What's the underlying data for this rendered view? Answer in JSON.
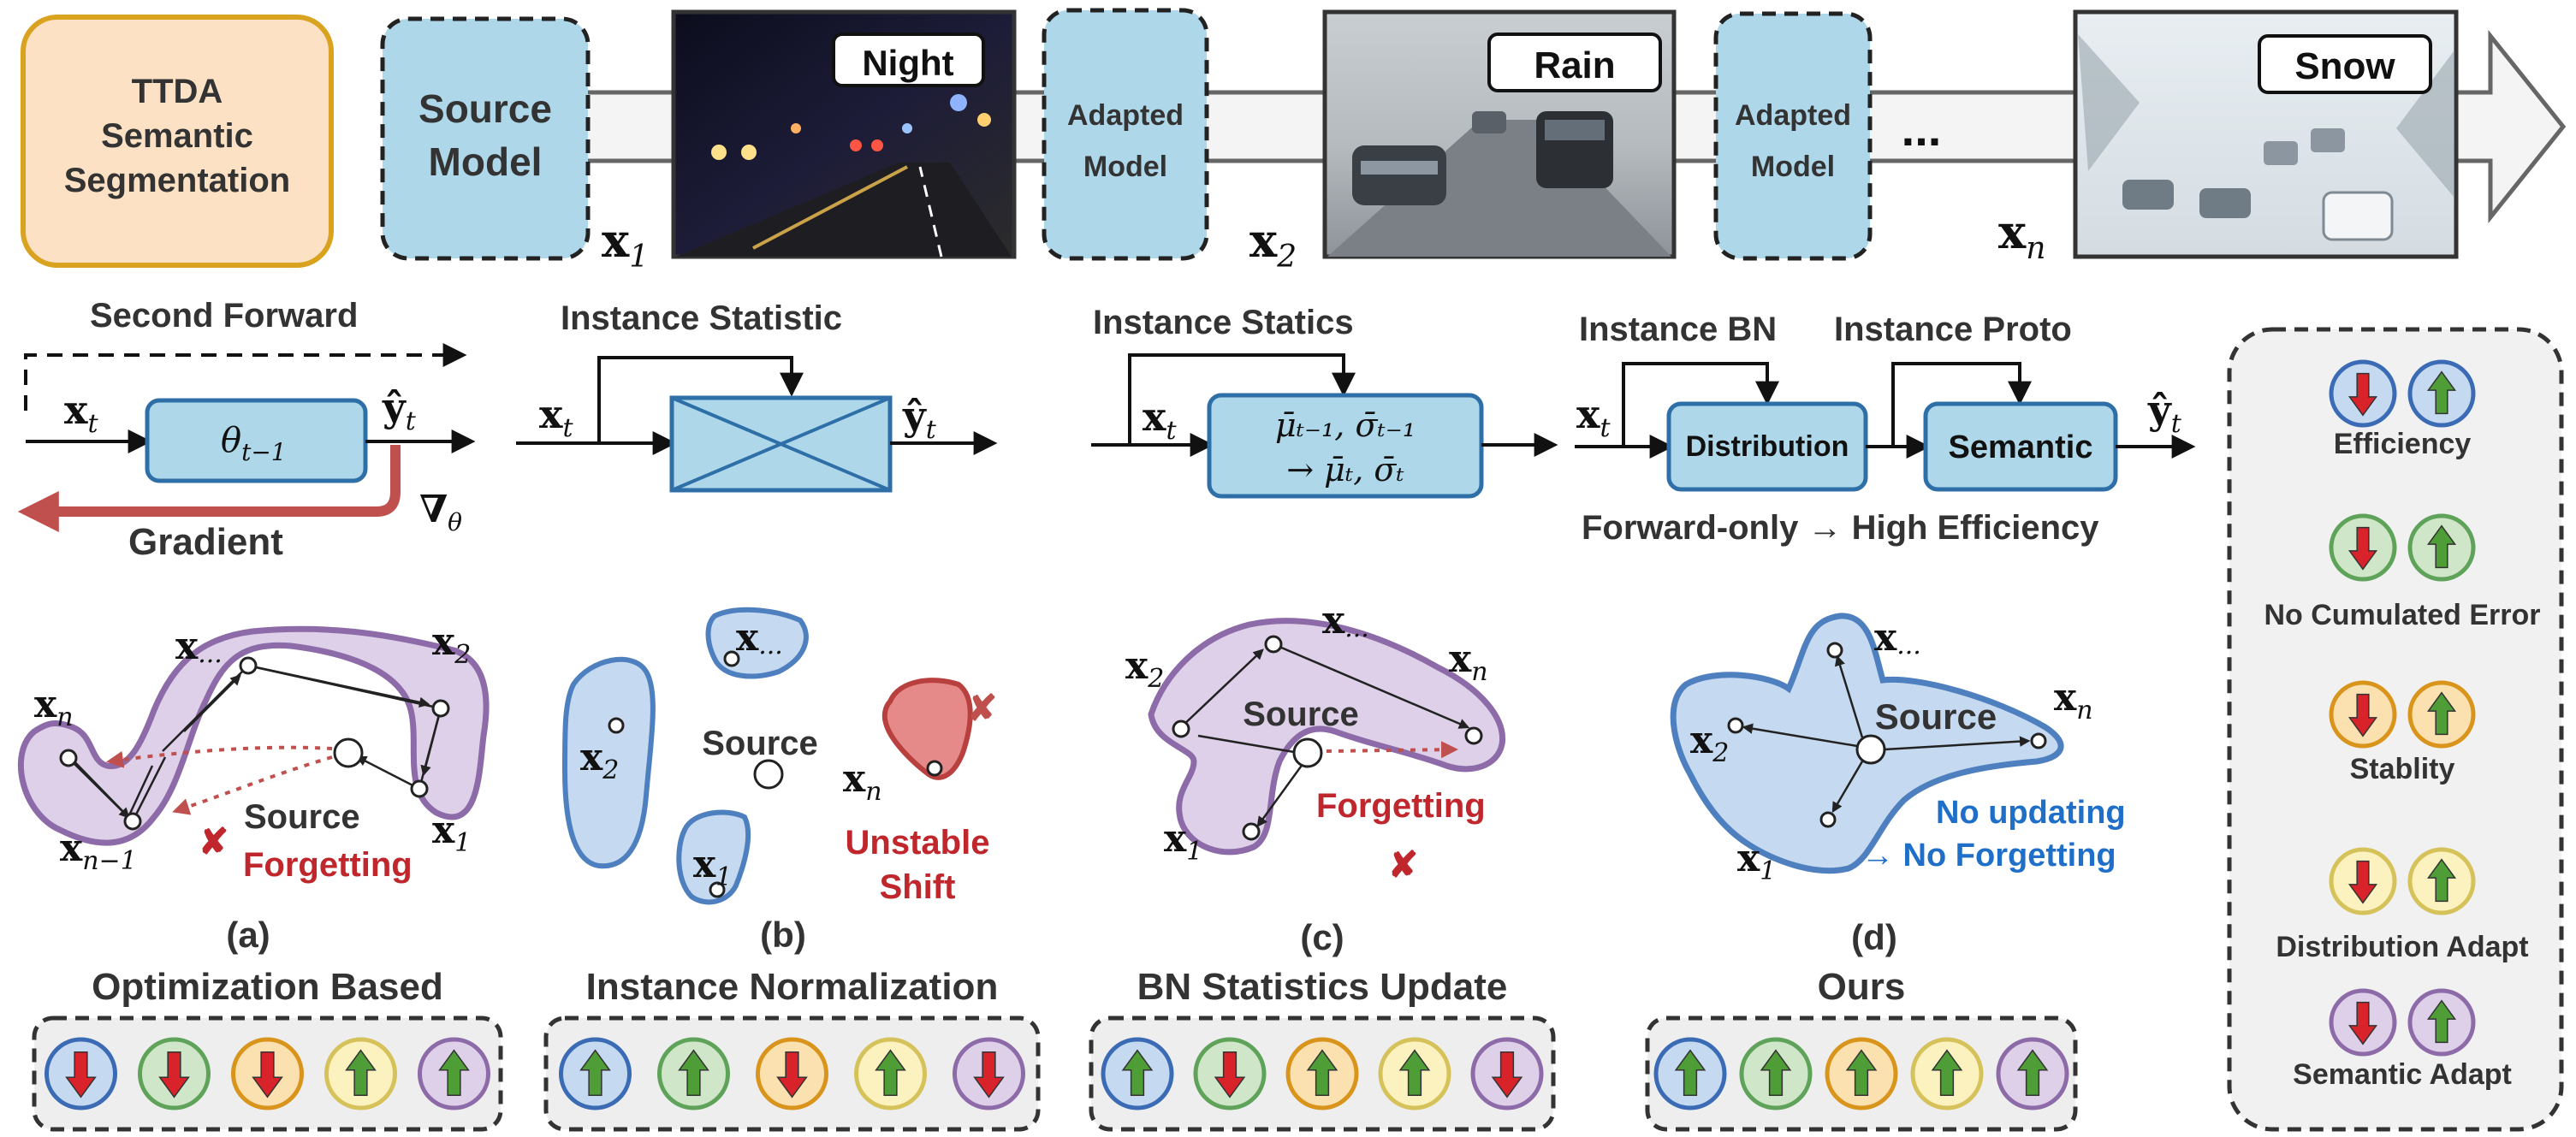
{
  "header": {
    "task_box": {
      "line1": "TTDA",
      "line2": "Semantic",
      "line3": "Segmentation"
    },
    "source_model": {
      "line1": "Source",
      "line2": "Model"
    },
    "adapted_model_1": {
      "line1": "Adapted",
      "line2": "Model"
    },
    "adapted_model_2": {
      "line1": "Adapted",
      "line2": "Model"
    },
    "ellipsis": "...",
    "domains": [
      {
        "tag": "Night",
        "input": "x",
        "sub": "1"
      },
      {
        "tag": "Rain",
        "input": "x",
        "sub": "2"
      },
      {
        "tag": "Snow",
        "input": "x",
        "sub": "n"
      }
    ]
  },
  "pipelines": {
    "a": {
      "second_forward": "Second Forward",
      "input": "x",
      "input_sub": "t",
      "block": "θ",
      "block_sub": "t−1",
      "output": "ŷ",
      "output_sub": "t",
      "gradient": "Gradient",
      "nabla": "∇",
      "nabla_sub": "θ"
    },
    "b": {
      "title": "Instance Statistic",
      "input": "x",
      "input_sub": "t",
      "output": "ŷ",
      "output_sub": "t"
    },
    "c": {
      "title": "Instance Statics",
      "input": "x",
      "input_sub": "t",
      "line1": "μ̄ₜ₋₁, σ̄ₜ₋₁",
      "line2": "→ μ̄ₜ, σ̄ₜ"
    },
    "d": {
      "title_bn": "Instance BN",
      "title_proto": "Instance Proto",
      "input": "x",
      "input_sub": "t",
      "block1": "Distribution",
      "block2": "Semantic",
      "output": "ŷ",
      "output_sub": "t",
      "caption": "Forward-only → High Efficiency"
    }
  },
  "panels": {
    "a": {
      "label": "(a)",
      "x2": "x",
      "x2_sub": "2",
      "xdots": "x",
      "xdots_sub": "...",
      "xn": "x",
      "xn_sub": "n",
      "xn1": "x",
      "xn1_sub": "n−1",
      "x1": "x",
      "x1_sub": "1",
      "source": "Source",
      "forgetting": "Forgetting",
      "cross": "✘"
    },
    "b": {
      "label": "(b)",
      "xdots": "x",
      "xdots_sub": "...",
      "x2": "x",
      "x2_sub": "2",
      "source": "Source",
      "xn": "x",
      "xn_sub": "n",
      "x1": "x",
      "x1_sub": "1",
      "unstable": "Unstable",
      "shift": "Shift",
      "cross": "✘"
    },
    "c": {
      "label": "(c)",
      "x2": "x",
      "x2_sub": "2",
      "xdots": "x",
      "xdots_sub": "...",
      "xn": "x",
      "xn_sub": "n",
      "x1": "x",
      "x1_sub": "1",
      "source": "Source",
      "forgetting": "Forgetting",
      "cross": "✘"
    },
    "d": {
      "label": "(d)",
      "xdots": "x",
      "xdots_sub": "...",
      "xn": "x",
      "xn_sub": "n",
      "x2": "x",
      "x2_sub": "2",
      "x1": "x",
      "x1_sub": "1",
      "source": "Source",
      "no_updating": "No updating",
      "no_forgetting": "→ No Forgetting"
    }
  },
  "methods": [
    {
      "name": "Optimization Based",
      "arrows": [
        "down",
        "down",
        "down",
        "up",
        "up"
      ]
    },
    {
      "name": "Instance Normalization",
      "arrows": [
        "up",
        "up",
        "down",
        "up",
        "down"
      ]
    },
    {
      "name": "BN Statistics Update",
      "arrows": [
        "up",
        "down",
        "up",
        "up",
        "down"
      ]
    },
    {
      "name": "Ours",
      "arrows": [
        "up",
        "up",
        "up",
        "up",
        "up"
      ]
    }
  ],
  "legend": {
    "items": [
      {
        "label": "Efficiency",
        "ring": "#3b6bb5",
        "fill": "#c5daf0"
      },
      {
        "label": "No Cumulated Error",
        "ring": "#5fa35a",
        "fill": "#cfe6c8"
      },
      {
        "label": "Stablity",
        "ring": "#d9941c",
        "fill": "#fbe1b0"
      },
      {
        "label": "Distribution Adapt",
        "ring": "#d6c25a",
        "fill": "#fbf2c0"
      },
      {
        "label": "Semantic Adapt",
        "ring": "#8d6aa8",
        "fill": "#ddd0e8"
      }
    ]
  },
  "colors": {
    "blue_box": "#aed8ea",
    "blue_edge": "#3a7bb8",
    "purple_blob": "#ddd0e8",
    "purple_edge": "#8d6aa8",
    "light_blob": "#c5daf0",
    "red_blob": "#e58a88",
    "red_edge": "#b8403e",
    "red_text": "#c0272d",
    "blue_text": "#1f6fc9",
    "gray_arrow": "#f4f4f4",
    "task_fill": "#fde1c4",
    "task_edge": "#d9a21f",
    "arrow_up": "#4e9d37",
    "arrow_down": "#d8232a"
  }
}
